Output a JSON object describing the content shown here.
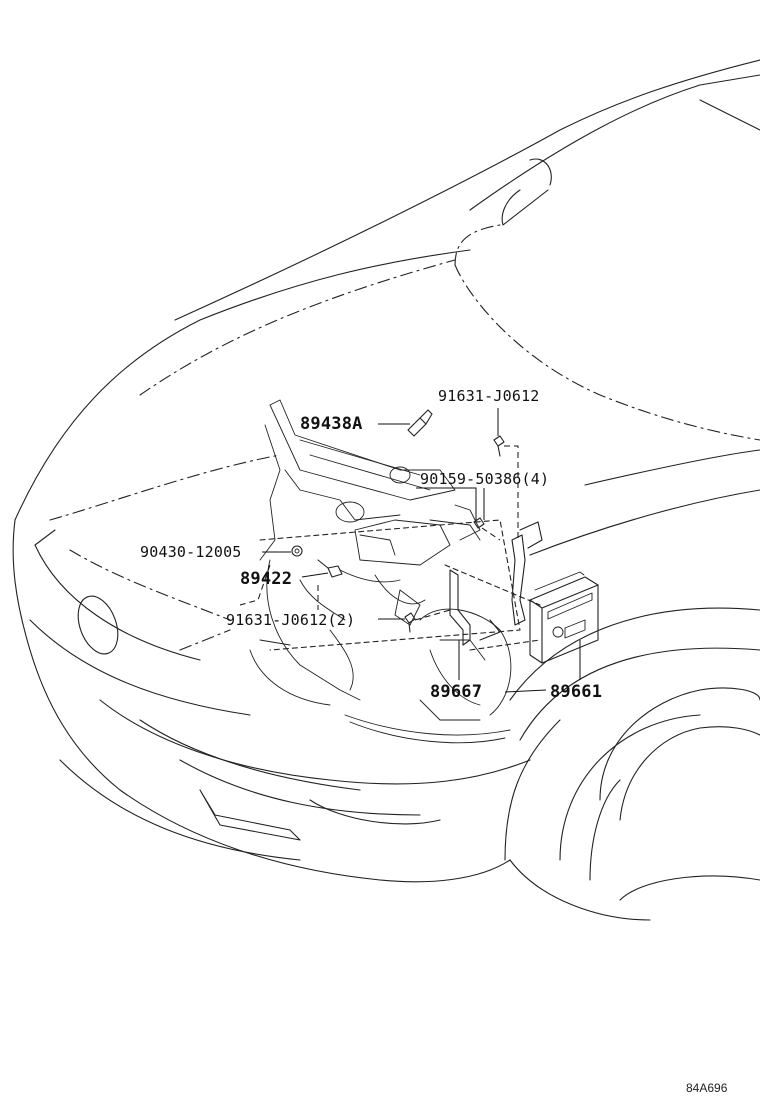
{
  "diagram": {
    "labels": {
      "p_89438A": "89438A",
      "p_91631_J0612_top": "91631-J0612",
      "p_90159_50386": "90159-50386(4)",
      "p_90430_12005": "90430-12005",
      "p_89422": "89422",
      "p_91631_J0612_2": "91631-J0612(2)",
      "p_89667": "89667",
      "p_89661": "89661"
    },
    "ref_code": "84A696"
  }
}
